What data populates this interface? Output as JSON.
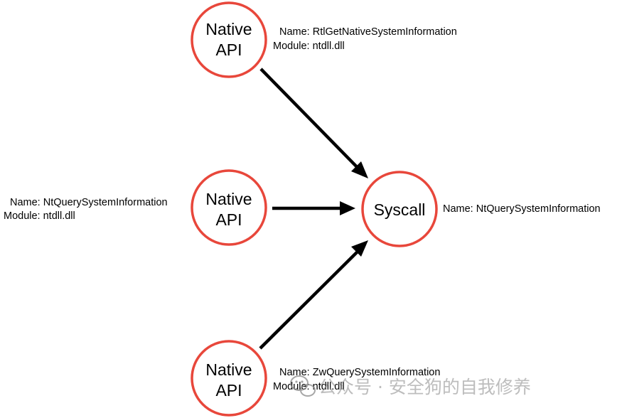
{
  "colors": {
    "node_stroke": "#e8473b",
    "arrow": "#000000",
    "text": "#000000",
    "watermark": "#8a8a8a"
  },
  "nodes": {
    "top": {
      "line1": "Native",
      "line2": "API"
    },
    "middle": {
      "line1": "Native",
      "line2": "API"
    },
    "bottom": {
      "line1": "Native",
      "line2": "API"
    },
    "syscall": {
      "label": "Syscall"
    }
  },
  "labels": {
    "top": {
      "name": "Name: RtlGetNativeSystemInformation",
      "module": "Module: ntdll.dll"
    },
    "middle": {
      "name": "Name: NtQuerySystemInformation",
      "module": "Module: ntdll.dll"
    },
    "bottom": {
      "name": "Name: ZwQuerySystemInformation",
      "module": "Module: ntdll.dll"
    },
    "syscall": {
      "name": "Name: NtQuerySystemInformation"
    }
  },
  "edges": [
    {
      "from": "top",
      "to": "syscall"
    },
    {
      "from": "middle",
      "to": "syscall"
    },
    {
      "from": "bottom",
      "to": "syscall"
    }
  ],
  "watermark": {
    "text": "公众号 · 安全狗的自我修养",
    "icon": "wechat-icon"
  }
}
